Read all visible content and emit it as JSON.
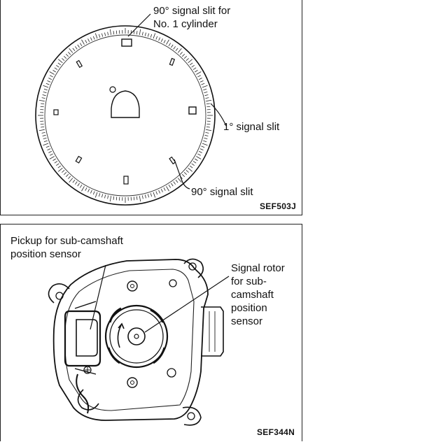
{
  "top_diagram": {
    "label_no1_slit": "90° signal slit for\nNo. 1 cylinder",
    "label_1deg_slit": "1° signal slit",
    "label_90deg_slit": "90° signal slit",
    "figure_code": "SEF503J"
  },
  "bottom_diagram": {
    "label_pickup": "Pickup for sub-camshaft\nposition sensor",
    "label_rotor": "Signal rotor\nfor sub-\ncamshaft\nposition\nsensor",
    "figure_code": "SEF344N"
  }
}
